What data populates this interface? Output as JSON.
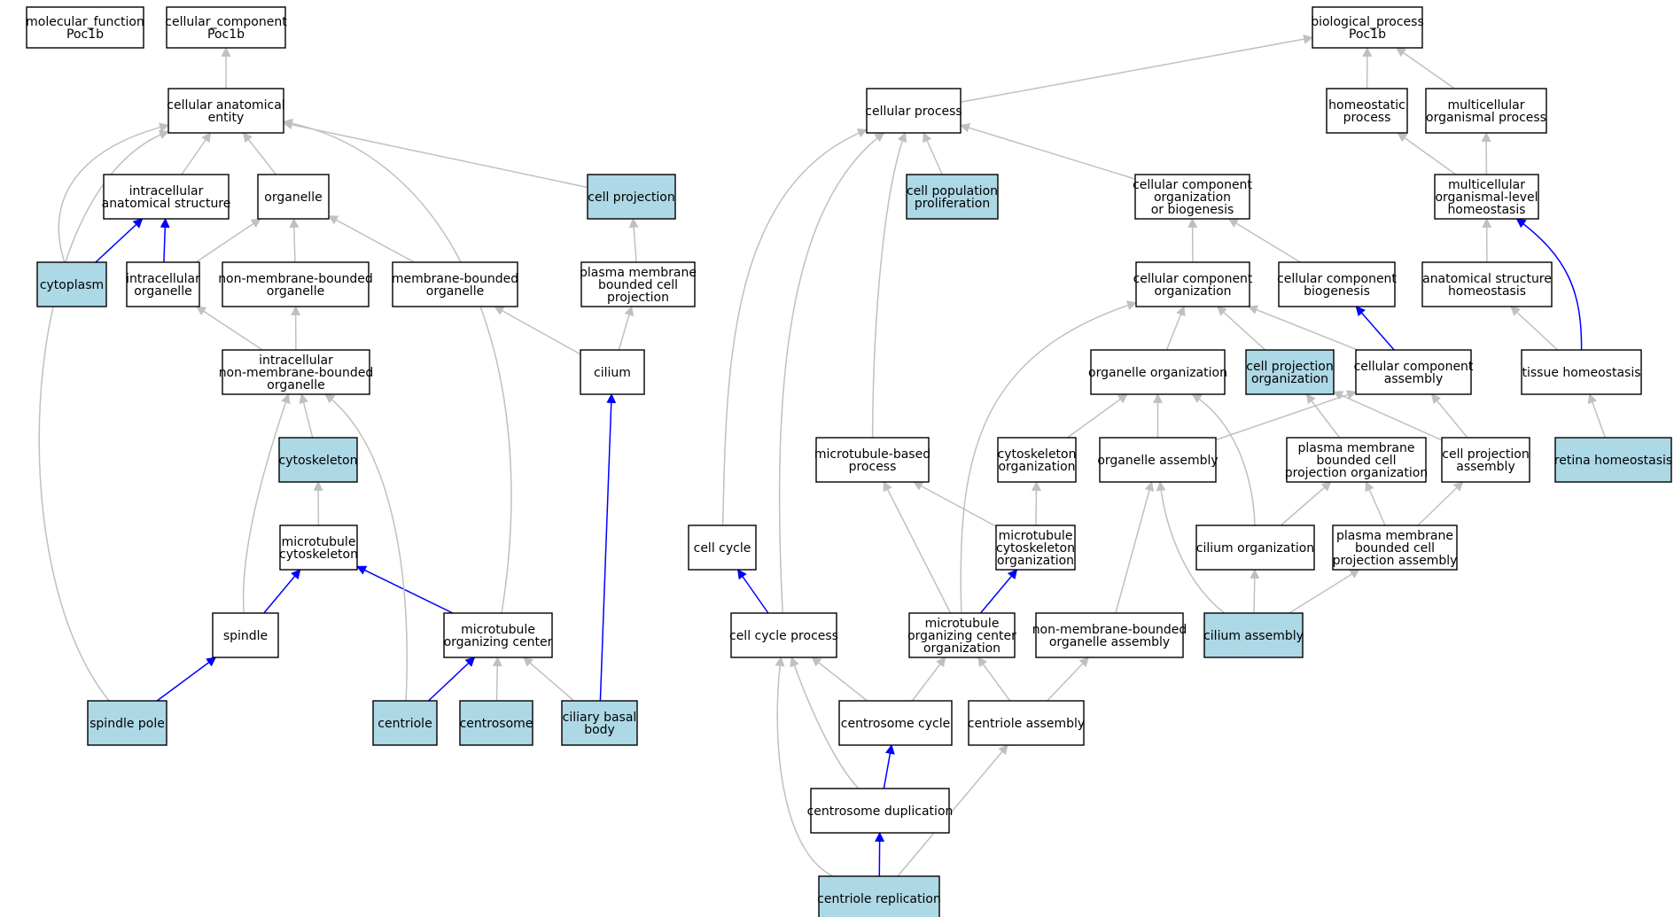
{
  "colors": {
    "annotated": "#add8e6",
    "plain": "#ffffff",
    "is_a_edge": "#c0c0c0",
    "part_of_edge": "#0000ff"
  },
  "nodes": {
    "mf_root": [
      "molecular_function",
      "Poc1b"
    ],
    "cc_root": [
      "cellular_component",
      "Poc1b"
    ],
    "bp_root": [
      "biological_process",
      "Poc1b"
    ],
    "cellular_anatomical_entity": [
      "cellular anatomical",
      "entity"
    ],
    "intracellular_anatomical_structure": [
      "intracellular",
      "anatomical structure"
    ],
    "organelle": [
      "organelle"
    ],
    "cell_projection": [
      "cell projection"
    ],
    "cytoplasm": [
      "cytoplasm"
    ],
    "intracellular_organelle": [
      "intracellular",
      "organelle"
    ],
    "non_membrane_bounded_organelle": [
      "non-membrane-bounded",
      "organelle"
    ],
    "membrane_bounded_organelle": [
      "membrane-bounded",
      "organelle"
    ],
    "plasma_membrane_bounded_cell_projection": [
      "plasma membrane",
      "bounded cell",
      "projection"
    ],
    "intracellular_nmb_organelle": [
      "intracellular",
      "non-membrane-bounded",
      "organelle"
    ],
    "cilium": [
      "cilium"
    ],
    "cytoskeleton": [
      "cytoskeleton"
    ],
    "microtubule_cytoskeleton": [
      "microtubule",
      "cytoskeleton"
    ],
    "spindle": [
      "spindle"
    ],
    "microtubule_organizing_center": [
      "microtubule",
      "organizing center"
    ],
    "spindle_pole": [
      "spindle pole"
    ],
    "centriole": [
      "centriole"
    ],
    "centrosome": [
      "centrosome"
    ],
    "ciliary_basal_body": [
      "ciliary basal",
      "body"
    ],
    "cellular_process": [
      "cellular process"
    ],
    "homeostatic_process": [
      "homeostatic",
      "process"
    ],
    "multicellular_organismal_process": [
      "multicellular",
      "organismal process"
    ],
    "cell_population_proliferation": [
      "cell population",
      "proliferation"
    ],
    "cc_org_or_biogenesis": [
      "cellular component",
      "organization",
      "or biogenesis"
    ],
    "multicellular_organismal_level_homeostasis": [
      "multicellular",
      "organismal-level",
      "homeostasis"
    ],
    "cellular_component_organization": [
      "cellular component",
      "organization"
    ],
    "cellular_component_biogenesis": [
      "cellular component",
      "biogenesis"
    ],
    "anatomical_structure_homeostasis": [
      "anatomical structure",
      "homeostasis"
    ],
    "organelle_organization": [
      "organelle organization"
    ],
    "cell_projection_organization": [
      "cell projection",
      "organization"
    ],
    "cellular_component_assembly": [
      "cellular component",
      "assembly"
    ],
    "tissue_homeostasis": [
      "tissue homeostasis"
    ],
    "microtubule_based_process": [
      "microtubule-based",
      "process"
    ],
    "cytoskeleton_organization": [
      "cytoskeleton",
      "organization"
    ],
    "organelle_assembly": [
      "organelle assembly"
    ],
    "pmb_cell_projection_organization": [
      "plasma membrane",
      "bounded cell",
      "projection organization"
    ],
    "cell_projection_assembly": [
      "cell projection",
      "assembly"
    ],
    "retina_homeostasis": [
      "retina homeostasis"
    ],
    "cell_cycle": [
      "cell cycle"
    ],
    "microtubule_cytoskeleton_organization": [
      "microtubule",
      "cytoskeleton",
      "organization"
    ],
    "cilium_organization": [
      "cilium organization"
    ],
    "pmb_cell_projection_assembly": [
      "plasma membrane",
      "bounded cell",
      "projection assembly"
    ],
    "cell_cycle_process": [
      "cell cycle process"
    ],
    "mtoc_organization": [
      "microtubule",
      "organizing center",
      "organization"
    ],
    "nmb_organelle_assembly": [
      "non-membrane-bounded",
      "organelle assembly"
    ],
    "cilium_assembly": [
      "cilium assembly"
    ],
    "centrosome_cycle": [
      "centrosome cycle"
    ],
    "centriole_assembly": [
      "centriole assembly"
    ],
    "centrosome_duplication": [
      "centrosome duplication"
    ],
    "centriole_replication": [
      "centriole replication"
    ]
  }
}
